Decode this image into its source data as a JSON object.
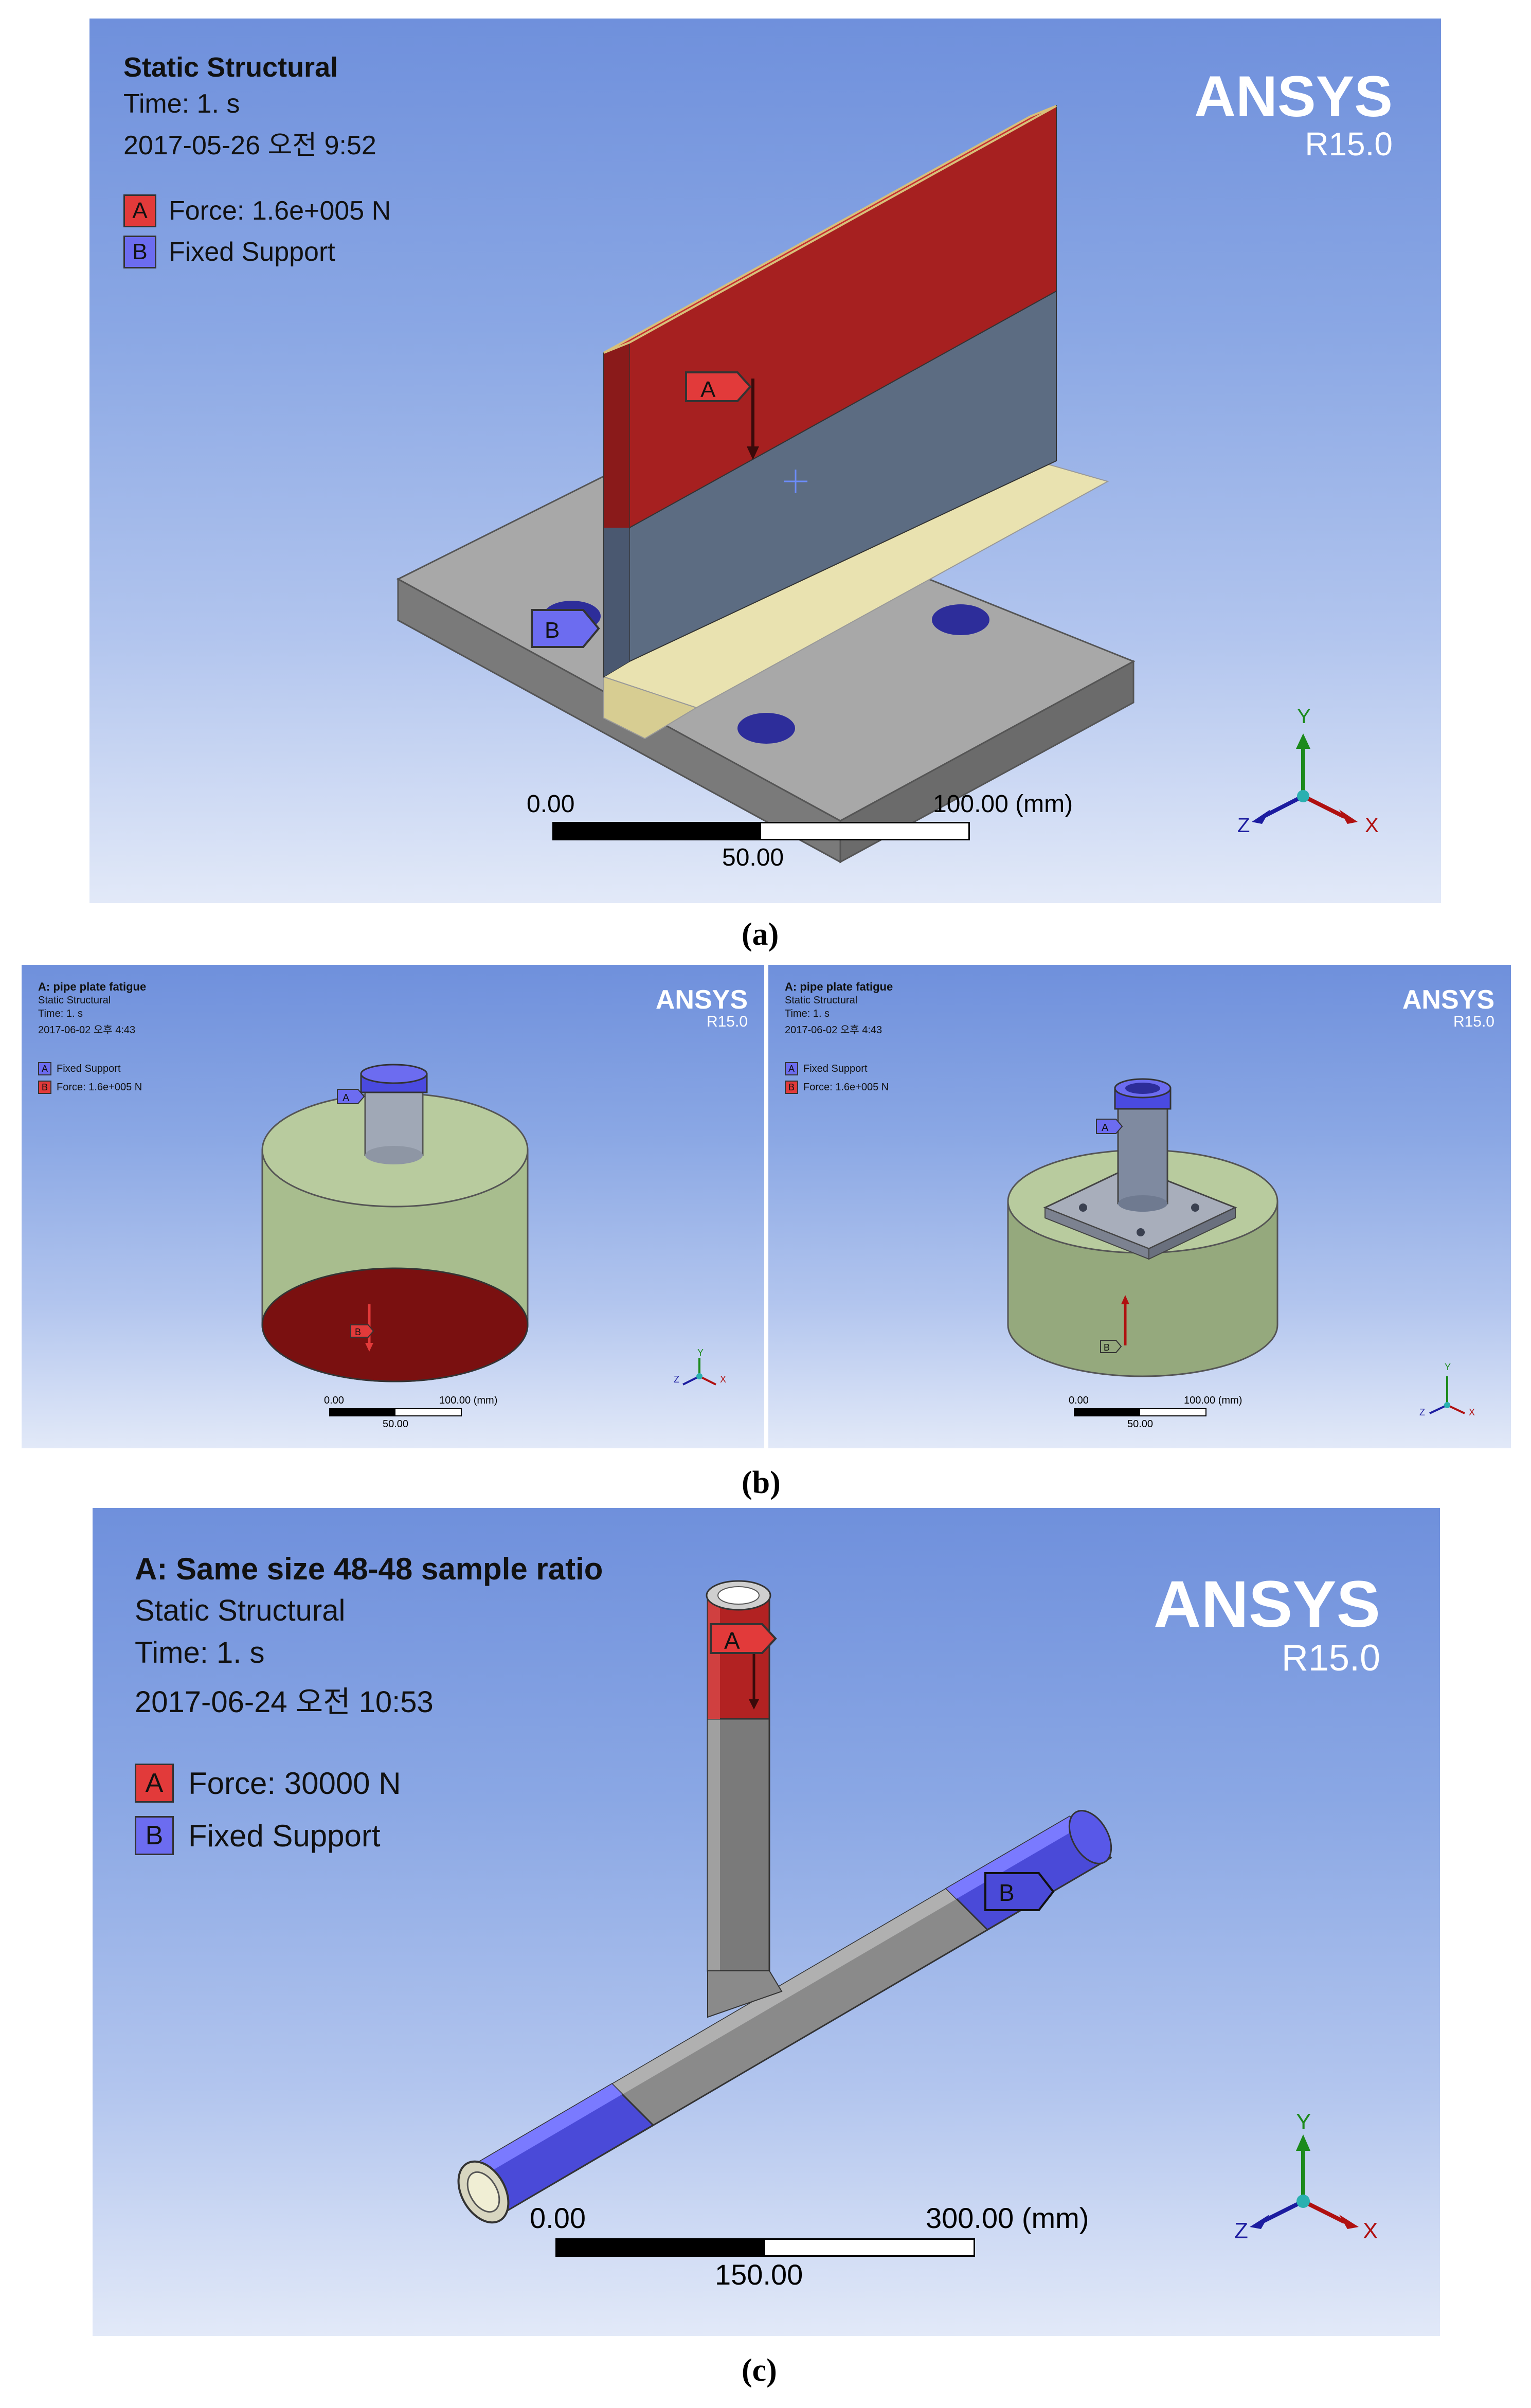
{
  "panel_a": {
    "title": "Static Structural",
    "time": "Time: 1. s",
    "date": "2017-05-26 오전 9:52",
    "legend": [
      {
        "letter": "A",
        "label": "Force: 1.6e+005 N",
        "color": "red"
      },
      {
        "letter": "B",
        "label": "Fixed Support",
        "color": "blue"
      }
    ],
    "brand": "ANSYS",
    "version": "R15.0",
    "scale": {
      "start": "0.00",
      "mid": "50.00",
      "end": "100.00 (mm)"
    },
    "axes": {
      "x": "X",
      "y": "Y",
      "z": "Z"
    },
    "tag_a": "A",
    "tag_b": "B",
    "caption": "(a)"
  },
  "panel_b_left": {
    "model": "A: pipe plate fatigue",
    "title": "Static Structural",
    "time": "Time: 1. s",
    "date": "2017-06-02 오후 4:43",
    "legend": [
      {
        "letter": "A",
        "label": "Fixed Support",
        "color": "blue"
      },
      {
        "letter": "B",
        "label": "Force: 1.6e+005 N",
        "color": "red"
      }
    ],
    "brand": "ANSYS",
    "version": "R15.0",
    "scale": {
      "start": "0.00",
      "mid": "50.00",
      "end": "100.00 (mm)"
    },
    "axes": {
      "x": "X",
      "y": "Y",
      "z": "Z"
    },
    "tag_a": "A",
    "tag_b": "B"
  },
  "panel_b_right": {
    "model": "A: pipe plate fatigue",
    "title": "Static Structural",
    "time": "Time: 1. s",
    "date": "2017-06-02 오후 4:43",
    "legend": [
      {
        "letter": "A",
        "label": "Fixed Support",
        "color": "blue"
      },
      {
        "letter": "B",
        "label": "Force: 1.6e+005 N",
        "color": "red"
      }
    ],
    "brand": "ANSYS",
    "version": "R15.0",
    "scale": {
      "start": "0.00",
      "mid": "50.00",
      "end": "100.00 (mm)"
    },
    "axes": {
      "x": "X",
      "y": "Y",
      "z": "Z"
    },
    "tag_a": "A",
    "tag_b": "B"
  },
  "panel_b_caption": "(b)",
  "panel_c": {
    "model": "A: Same size 48-48 sample ratio",
    "title": "Static Structural",
    "time": "Time: 1. s",
    "date": "2017-06-24 오전 10:53",
    "legend": [
      {
        "letter": "A",
        "label": "Force: 30000 N",
        "color": "red"
      },
      {
        "letter": "B",
        "label": "Fixed Support",
        "color": "blue"
      }
    ],
    "brand": "ANSYS",
    "version": "R15.0",
    "scale": {
      "start": "0.00",
      "mid": "150.00",
      "end": "300.00 (mm)"
    },
    "axes": {
      "x": "X",
      "y": "Y",
      "z": "Z"
    },
    "tag_a": "A",
    "tag_b": "B",
    "caption": "(c)"
  },
  "colors": {
    "force_red": "#b22222",
    "support_blue": "#4a4ad8",
    "body_grey": "#8a8a8a",
    "concrete_green": "#b5c79a",
    "background_top": "#6f90dc",
    "background_bottom": "#e2e9f8"
  }
}
